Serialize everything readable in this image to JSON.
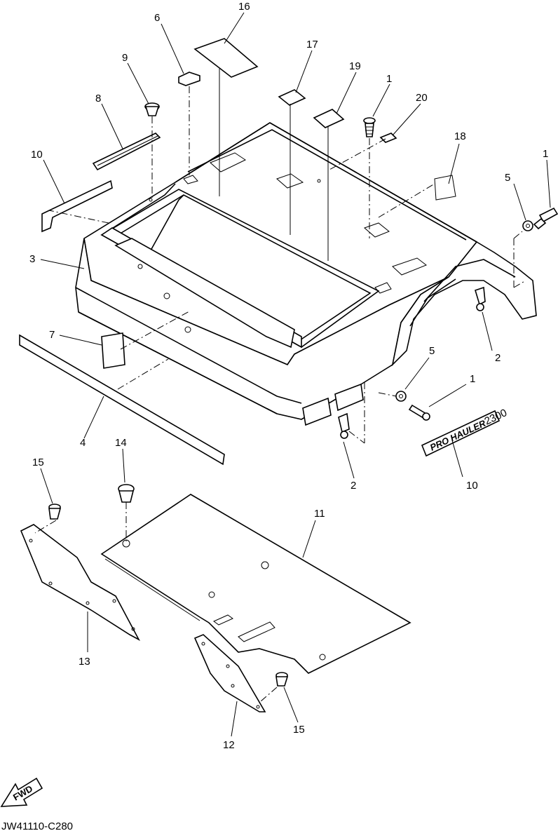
{
  "drawing_code": "JW41110-C280",
  "badge_text": "PRO HAULER",
  "badge_small_text": "2300",
  "fwd_label": "FWD",
  "callouts": [
    "16",
    "6",
    "17",
    "19",
    "1",
    "20",
    "9",
    "8",
    "18",
    "1",
    "5",
    "10",
    "3",
    "7",
    "2",
    "5",
    "1",
    "4",
    "10",
    "2",
    "14",
    "15",
    "11",
    "13",
    "15",
    "12"
  ]
}
